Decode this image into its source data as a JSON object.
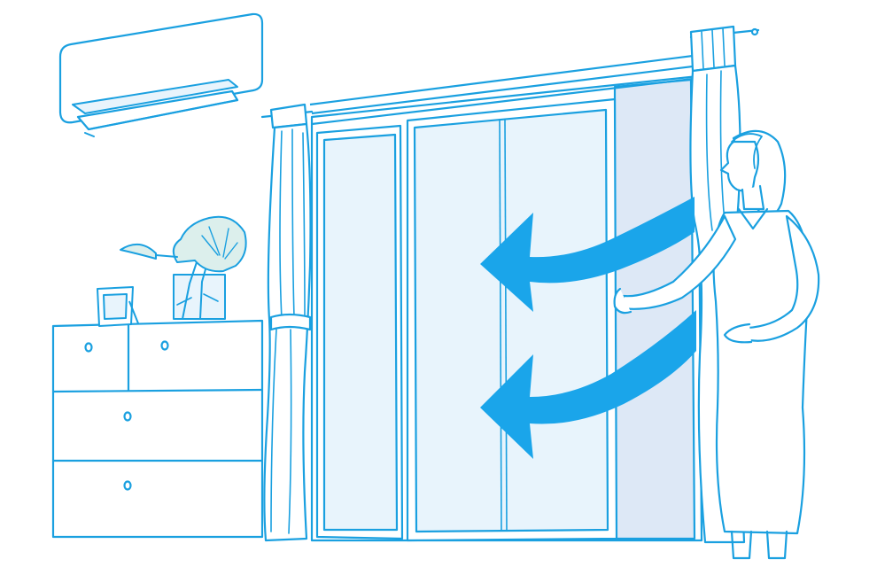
{
  "colors": {
    "line": "#1aa0e0",
    "arrow": "#1aa5ea",
    "glass": "#e8f4fc",
    "glass_shadow": "#dde8f6",
    "background": "#ffffff"
  },
  "elements": [
    "air-conditioner",
    "chest-of-drawers",
    "photo-frame",
    "monstera-plant-vase",
    "sliding-window",
    "curtain-left",
    "curtain-right",
    "airflow-arrow-upper",
    "airflow-arrow-lower",
    "woman"
  ]
}
